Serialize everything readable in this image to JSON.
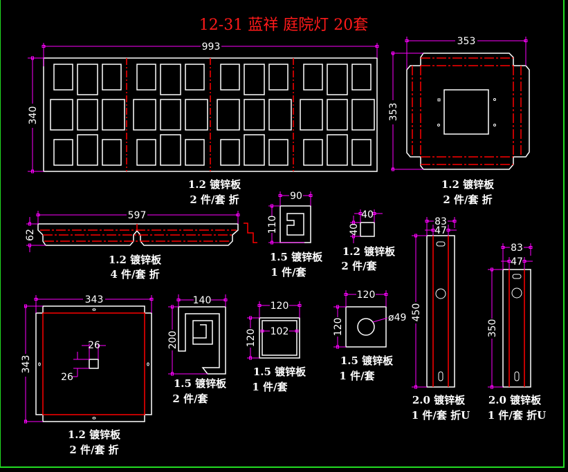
{
  "title": "12-31 蓝祥 庭院灯 20套",
  "colors": {
    "background": "#000000",
    "outline": "#ffffff",
    "fold_line": "#ff0000",
    "dimension": "#ff00ff",
    "title": "#ff1a1a",
    "frame": "#22dd22"
  },
  "parts": [
    {
      "id": "main-panel",
      "dims": {
        "width": "993",
        "height": "340"
      },
      "label_line1": "1.2 镀锌板",
      "label_line2": "2 件/套 折"
    },
    {
      "id": "top-cover",
      "dims": {
        "width": "353",
        "height": "353"
      },
      "label_line1": "1.2 镀锌板",
      "label_line2": "2 件/套 折"
    },
    {
      "id": "eave-strip",
      "dims": {
        "width": "597",
        "height": "62"
      },
      "label_line1": "1.2 镀锌板",
      "label_line2": "4 件/套 折"
    },
    {
      "id": "spiral-small",
      "dims": {
        "width": "90",
        "height": "110"
      },
      "label_line1": "1.5 镀锌板",
      "label_line2": "1 件/套"
    },
    {
      "id": "square-tab",
      "dims": {
        "width": "40",
        "height": "40"
      },
      "label_line1": "1.2 镀锌板",
      "label_line2": "2 件/套"
    },
    {
      "id": "base-plate",
      "dims": {
        "width": "343",
        "height": "343",
        "hole_w": "26",
        "hole_h": "26"
      },
      "label_line1": "1.2 镀锌板",
      "label_line2": "2 件/套 折"
    },
    {
      "id": "spiral-large",
      "dims": {
        "width": "140",
        "height": "200"
      },
      "label_line1": "1.5 镀锌板",
      "label_line2": "2 件/套"
    },
    {
      "id": "square-frame",
      "dims": {
        "width": "120",
        "height": "120",
        "inner": "102"
      },
      "label_line1": "1.5 镀锌板",
      "label_line2": "1 件/套"
    },
    {
      "id": "round-hole-plate",
      "dims": {
        "width": "120",
        "height": "120",
        "diameter": "ø49"
      },
      "label_line1": "1.5 镀锌板",
      "label_line2": "1 件/套"
    },
    {
      "id": "u-channel-long",
      "dims": {
        "outer": "83",
        "inner": "47",
        "length": "450"
      },
      "label_line1": "2.0 镀锌板",
      "label_line2": "1 件/套 折U"
    },
    {
      "id": "u-channel-short",
      "dims": {
        "outer": "83",
        "inner": "47",
        "length": "350"
      },
      "label_line1": "2.0 镀锌板",
      "label_line2": "1 件/套 折U"
    }
  ]
}
